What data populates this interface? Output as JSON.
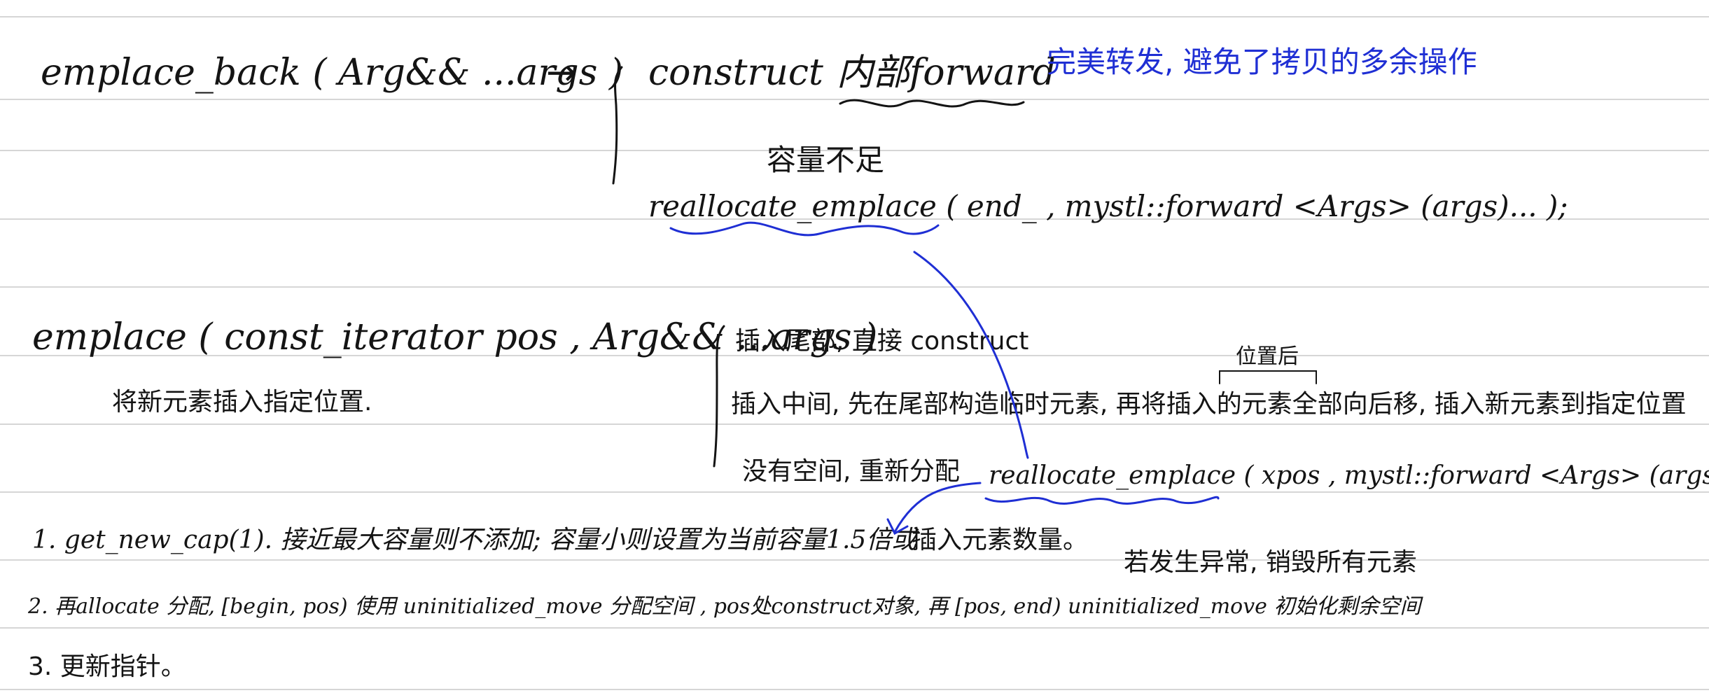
{
  "note": {
    "emplace_back_signature": "emplace_back ( Arg&& ...args )",
    "arrow": "→",
    "construct_text": "construct",
    "internal_forward": "内部forward",
    "perfect_forwarding_note": "完美转发, 避免了拷贝的多余操作",
    "capacity_insufficient": "容量不足",
    "reallocate_emplace_end": "reallocate_emplace ( end_ , mystl::forward <Args> (args)... );",
    "emplace_signature": "emplace ( const_iterator pos , Arg&& ...args )",
    "emplace_desc": "将新元素插入指定位置.",
    "case_tail": "插入尾部, 直接 construct",
    "position_after": "位置后",
    "case_middle": "插入中间, 先在尾部构造临时元素, 再将插入的元素全部向后移, 插入新元素到指定位置",
    "case_no_space": "没有空间, 重新分配",
    "reallocate_emplace_xpos": "reallocate_emplace ( xpos , mystl::forward <Args> (args)... );",
    "step1": "1.  get_new_cap(1). 接近最大容量则不添加; 容量小则设置为当前容量1.5倍或",
    "insert_count": "插入元素数量。",
    "exception_note": "若发生异常, 销毁所有元素",
    "step2": "2. 再allocate 分配, [begin, pos) 使用 uninitialized_move 分配空间 , pos处construct对象, 再 [pos, end) uninitialized_move 初始化剩余空间",
    "step3": "3. 更新指针。"
  },
  "colors": {
    "ink": "#141414",
    "blue_ink": "#1f2fd4",
    "ruled_line": "#d6d6d6"
  }
}
